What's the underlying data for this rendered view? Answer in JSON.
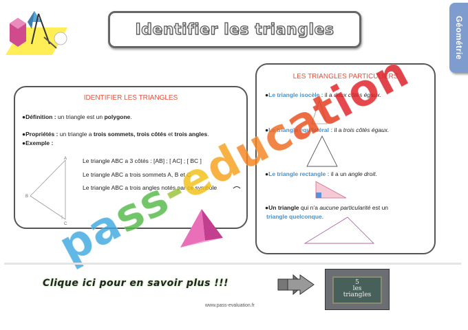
{
  "header": {
    "title": "Identifier les triangles",
    "tab_label": "Géométrie"
  },
  "left_box": {
    "title": "IDENTIFIER LES TRIANGLES",
    "definition_label": "Définition :",
    "definition_pre": " un triangle est un ",
    "definition_bold": "polygone",
    "definition_post": ".",
    "properties_label": "Propriétés :",
    "properties_pre": " un triangle a ",
    "properties_b1": "trois sommets, trois côtés",
    "properties_mid": " et ",
    "properties_b2": "trois angles",
    "properties_post": ".",
    "example_label": "Exemple :",
    "example_lines": [
      "Le triangle ABC a 3 côtés : [AB] ; [ AC] ; [ BC ]",
      "Le triangle ABC a trois sommets A, B et C",
      "Le triangle ABC a trois angles notés par ce symbole"
    ],
    "vertices": {
      "a": "A",
      "b": "B",
      "c": "C"
    }
  },
  "right_box": {
    "title": "LES TRIANGLES PARTICULIERS",
    "isocele_label": "Le triangle isocèle :",
    "isocele_pre": " il a ",
    "isocele_it": "deux côtés égaux.",
    "equilateral_label": "Le triangle équilatéral :",
    "equilateral_pre": " il a ",
    "equilateral_it": "trois côtés égaux.",
    "rectangle_label": "Le triangle rectangle :",
    "rectangle_pre": " il a un ",
    "rectangle_it": "angle droit",
    "rectangle_post": ".",
    "quelconque_b": "Un triangle",
    "quelconque_pre": " qui n’a ",
    "quelconque_it": "aucune particularité",
    "quelconque_post": " est un",
    "quelconque_blue": "triangle quelconque",
    "quelconque_end": "."
  },
  "footer": {
    "cta": "Clique ici pour en savoir plus !!!",
    "url": "www.pass-evaluation.fr",
    "thumb_number": "5",
    "thumb_line1": "les",
    "thumb_line2": "triangles"
  },
  "watermark": {
    "text": "pass-education",
    "colors": [
      "#3fa9e0",
      "#3fa9e0",
      "#54b948",
      "#54b948",
      "#9ac33b",
      "#f2c014",
      "#f6a21a",
      "#f6851f",
      "#ee6a1f",
      "#e94e1b",
      "#e5381a",
      "#e01f26",
      "#e01f26",
      "#d91c24"
    ]
  },
  "colors": {
    "accent": "#e6503b",
    "blue": "#4a90c8",
    "tab": "#7f9ccf"
  }
}
